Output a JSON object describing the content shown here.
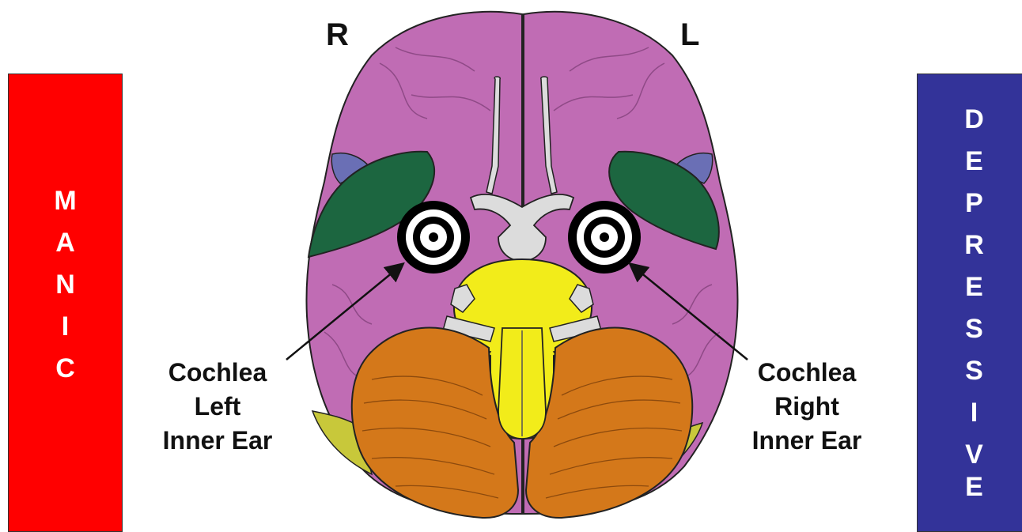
{
  "left_panel": {
    "letters": [
      "M",
      "A",
      "N",
      "I",
      "C"
    ],
    "color": "#ff0000"
  },
  "right_panel": {
    "letters": [
      "D",
      "E",
      "P",
      "R",
      "E",
      "S",
      "S",
      "I",
      "V",
      "E"
    ],
    "color": "#333399"
  },
  "side_labels": {
    "right": "R",
    "left": "L"
  },
  "callouts": {
    "left_ear": {
      "line1": "Cochlea",
      "line2": "Left",
      "line3": "Inner Ear"
    },
    "right_ear": {
      "line1": "Cochlea",
      "line2": "Right",
      "line3": "Inner Ear"
    }
  },
  "colors": {
    "cerebrum": "#c06cb4",
    "temporal_pole": "#1c6640",
    "blue_region": "#6a6fb5",
    "brainstem": "#f2ec1a",
    "cerebellum": "#d4781a",
    "olive_region": "#c8c83a",
    "nerves": "#dcdcdc"
  }
}
